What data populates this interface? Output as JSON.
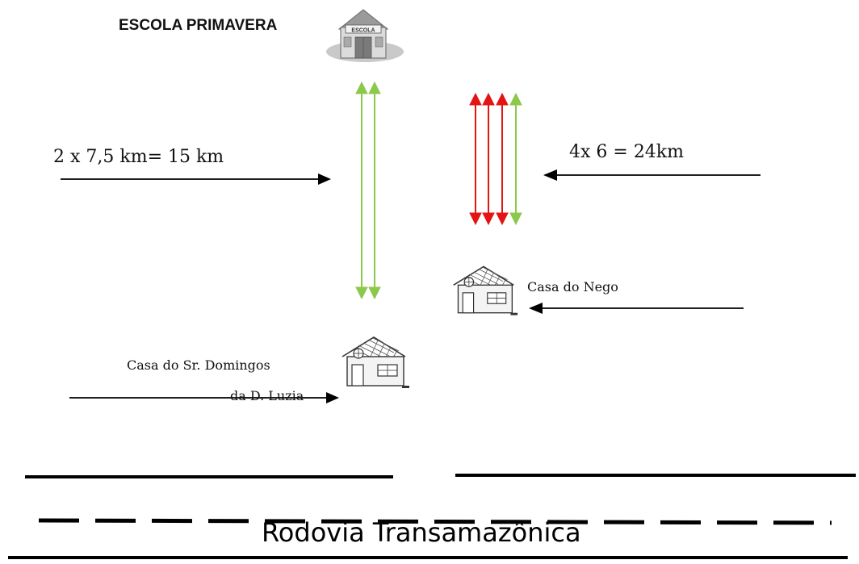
{
  "school": {
    "name": "ESCOLA PRIMAVERA",
    "sign_text": "ESCOLA"
  },
  "left_route": {
    "calculation": "2 x 7,5 km= 15 km"
  },
  "right_route": {
    "calculation": "4x 6 = 24km"
  },
  "house_nego": {
    "label": "Casa do Nego"
  },
  "house_domingos": {
    "label_line1": "Casa do Sr. Domingos",
    "label_line2": "da D. Luzia"
  },
  "road": {
    "name": "Rodovia Transamazônica"
  },
  "colors": {
    "green_arrow": "#8cc84b",
    "red_arrow": "#e41414",
    "black": "#000000"
  },
  "icons": [
    "school-building-icon",
    "house-icon"
  ]
}
